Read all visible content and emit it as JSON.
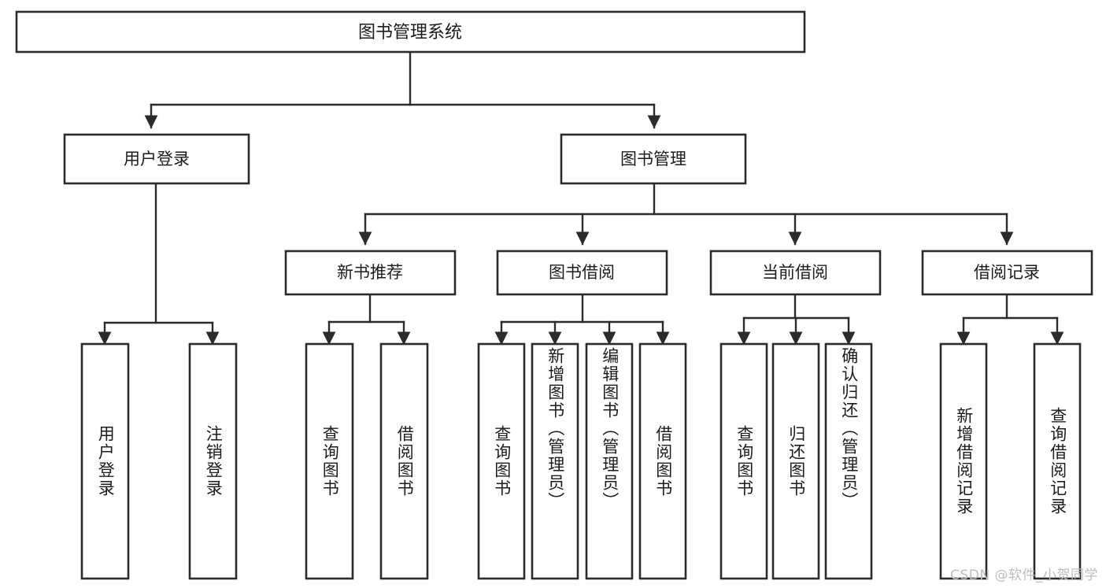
{
  "diagram": {
    "type": "tree",
    "title": "图书管理系统",
    "watermark": "CSDN @软件_小贺同学",
    "root": {
      "label": "图书管理系统",
      "children": [
        {
          "label": "用户登录",
          "children": [
            {
              "label": "用户登录"
            },
            {
              "label": "注销登录"
            }
          ]
        },
        {
          "label": "图书管理",
          "children": [
            {
              "label": "新书推荐",
              "children": [
                {
                  "label": "查询图书"
                },
                {
                  "label": "借阅图书"
                }
              ]
            },
            {
              "label": "图书借阅",
              "children": [
                {
                  "label": "查询图书"
                },
                {
                  "label": "新增图书（管理员）"
                },
                {
                  "label": "编辑图书（管理员）"
                },
                {
                  "label": "借阅图书"
                }
              ]
            },
            {
              "label": "当前借阅",
              "children": [
                {
                  "label": "查询图书"
                },
                {
                  "label": "归还图书"
                },
                {
                  "label": "确认归还（管理员）"
                }
              ]
            },
            {
              "label": "借阅记录",
              "children": [
                {
                  "label": "新增借阅记录"
                },
                {
                  "label": "查询借阅记录"
                }
              ]
            }
          ]
        }
      ]
    },
    "nodes": {
      "root": {
        "label": "图书管理系统"
      },
      "l2": [
        {
          "label": "用户登录"
        },
        {
          "label": "图书管理"
        }
      ],
      "l3": [
        {
          "label": "新书推荐"
        },
        {
          "label": "图书借阅"
        },
        {
          "label": "当前借阅"
        },
        {
          "label": "借阅记录"
        }
      ],
      "leaves": [
        {
          "label": "用户登录"
        },
        {
          "label": "注销登录"
        },
        {
          "label": "查询图书"
        },
        {
          "label": "借阅图书"
        },
        {
          "label": "查询图书"
        },
        {
          "label": "新增图书（管理员）"
        },
        {
          "label": "编辑图书（管理员）"
        },
        {
          "label": "借阅图书"
        },
        {
          "label": "查询图书"
        },
        {
          "label": "归还图书"
        },
        {
          "label": "确认归还（管理员）"
        },
        {
          "label": "新增借阅记录"
        },
        {
          "label": "查询借阅记录"
        }
      ]
    },
    "colors": {
      "box_stroke": "#2b2b2b",
      "box_fill": "#ffffff",
      "text": "#1c1c1c",
      "background": "#ffffff",
      "watermark": "#bdbdbd"
    }
  }
}
